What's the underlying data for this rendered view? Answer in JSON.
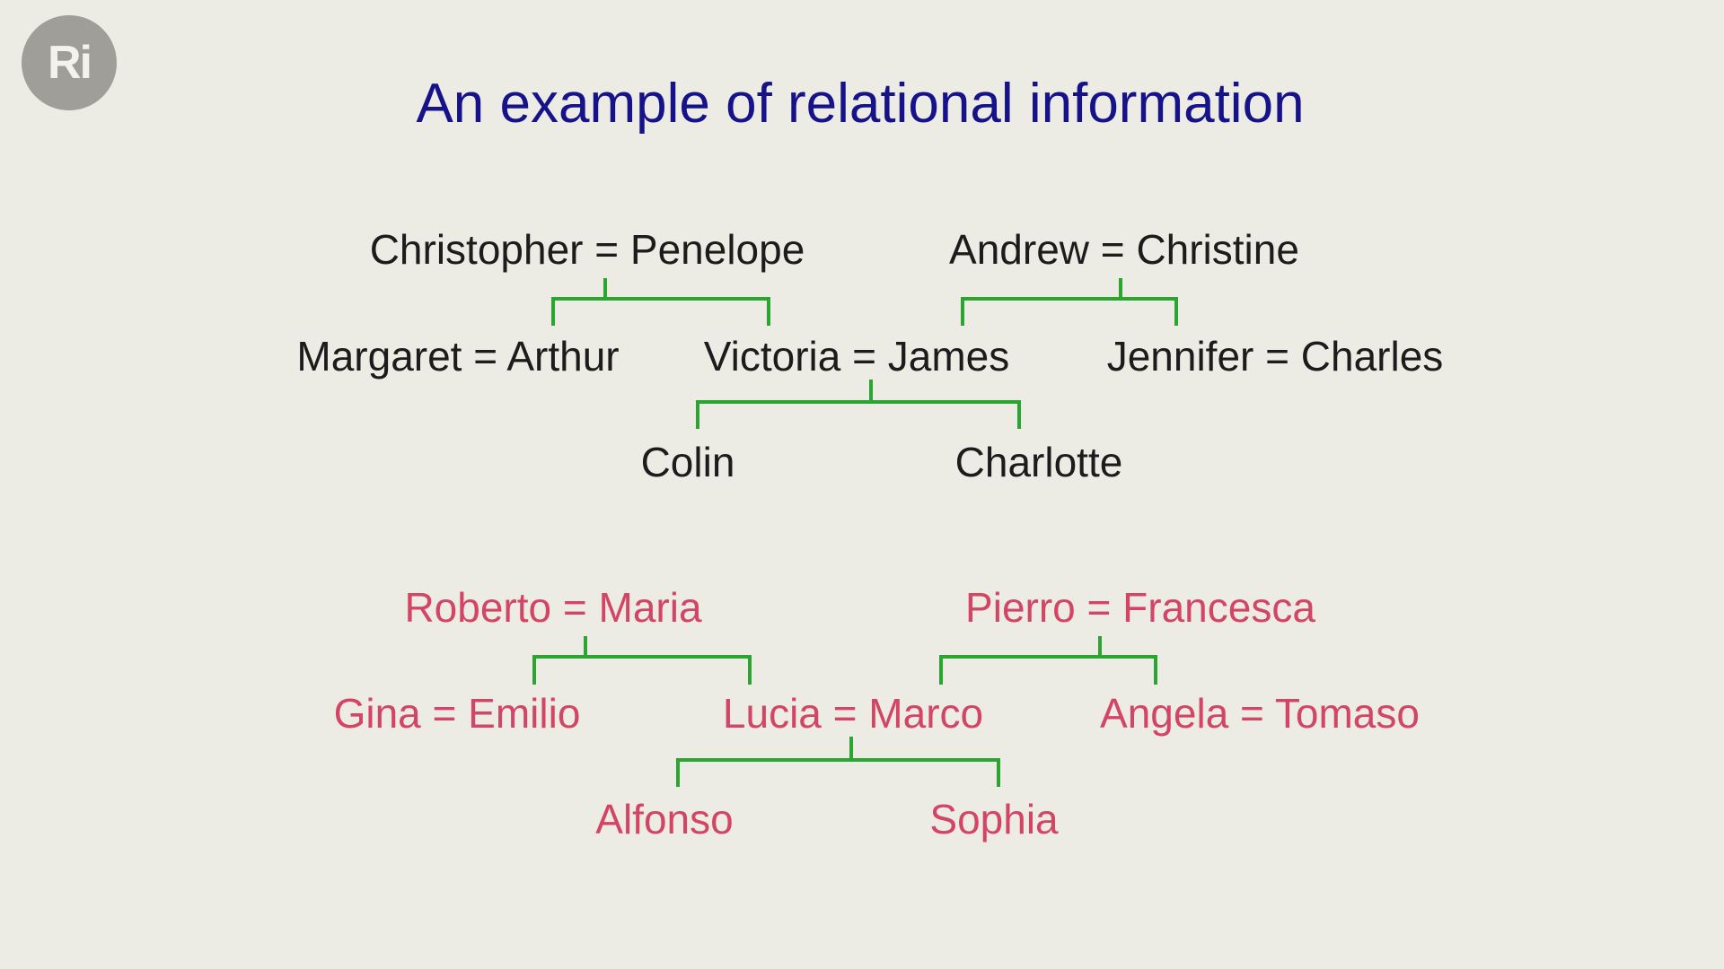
{
  "logo": {
    "text": "Ri"
  },
  "title": "An example of relational information",
  "english_tree": {
    "gen1_left_couple": "Christopher = Penelope",
    "gen1_right_couple": "Andrew = Christine",
    "gen2_left_couple": "Margaret = Arthur",
    "gen2_middle_couple": "Victoria = James",
    "gen2_right_couple": "Jennifer = Charles",
    "gen3_left_child": "Colin",
    "gen3_right_child": "Charlotte"
  },
  "italian_tree": {
    "gen1_left_couple": "Roberto = Maria",
    "gen1_right_couple": "Pierro = Francesca",
    "gen2_left_couple": "Gina = Emilio",
    "gen2_middle_couple": "Lucia = Marco",
    "gen2_right_couple": "Angela = Tomaso",
    "gen3_left_child": "Alfonso",
    "gen3_right_child": "Sophia"
  },
  "colors": {
    "background": "#ecebe4",
    "title": "#16128a",
    "english_names": "#1c1c1c",
    "italian_names": "#d24565",
    "connector_lines": "#2aa630",
    "logo_circle": "#9f9e99"
  }
}
